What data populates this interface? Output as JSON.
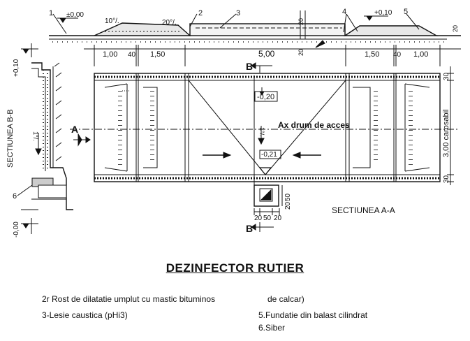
{
  "title": "DEZINFECTOR RUTIER",
  "profile": {
    "callouts": [
      "1",
      "2",
      "3",
      "4",
      "5"
    ],
    "elev_left": "±0,00",
    "elev_right": "+0,10",
    "slope_left": "10°/.",
    "slope_mid": "20°/.",
    "dim_20a": "20",
    "dim_20b": "20",
    "dim_20c": "20"
  },
  "plan": {
    "dims_top": [
      "1,00",
      "40",
      "1,50",
      "5,00",
      "1,50",
      "40",
      "1,00"
    ],
    "dims_right": [
      "30",
      "3,00 carosabil",
      "30"
    ],
    "elev_inner": "-0,20",
    "elev_pit": "-0,21",
    "slope_plan": "1°/.",
    "axis_label": "Ax drum de acces",
    "section_A": "A",
    "section_B_top": "B",
    "section_B_bottom": "B",
    "drain_dims": [
      "20",
      "50",
      "20"
    ],
    "drain_dims_v": [
      "50",
      "20"
    ],
    "section_AA": "SECTIUNEA A-A"
  },
  "section_BB": {
    "label": "SECTIUNEA B-B",
    "elev_top": "+0,10",
    "elev_bottom": "-0,00",
    "slope": "1°/.",
    "callout": "6"
  },
  "legend": {
    "item2": "2r Rost de dilatatie umplut cu mastic bituminos",
    "item2_cont": "de calcar)",
    "item3": "3-Lesie caustica  (pHi3)",
    "item5": "5.Fundatie din balast cilindrat",
    "item6": "6.Siber"
  }
}
